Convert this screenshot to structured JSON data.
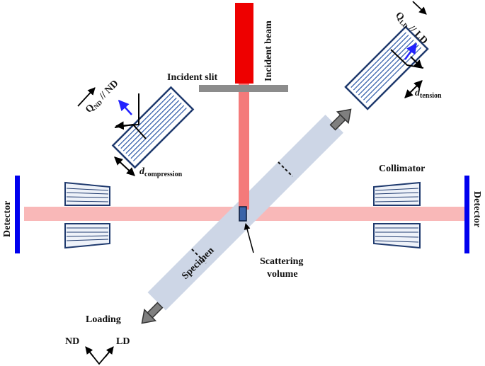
{
  "labels": {
    "incident_beam": "Incident beam",
    "incident_slit": "Incident slit",
    "q_ld": "Q",
    "q_ld_sub": "LD",
    "q_ld_suffix": " // LD",
    "d_tension": "d",
    "d_tension_sub": "tension",
    "q_nd": "Q",
    "q_nd_sub": "ND",
    "q_nd_suffix": " // ND",
    "d_compression": "d",
    "d_compression_sub": "compression",
    "collimator": "Collimator",
    "detector_left": "Detector",
    "detector_right": "Detector",
    "specimen": "Specimen",
    "scattering_volume_line1": "Scattering",
    "scattering_volume_line2": "volume",
    "loading": "Loading",
    "axis_nd": "ND",
    "axis_ld": "LD"
  },
  "colors": {
    "beam_incident": "#ee0000",
    "beam_pink": "#f9b8b8",
    "beam_salmon": "#f47a7a",
    "specimen": "#cdd6e6",
    "detector": "#0000ee",
    "slit": "#8c8c8c",
    "grating_stroke": "#1f3a6e",
    "arrow_gray": "#7f7f7f",
    "q_arrow": "#2222ff",
    "scatter_box": "#3a64a8"
  }
}
